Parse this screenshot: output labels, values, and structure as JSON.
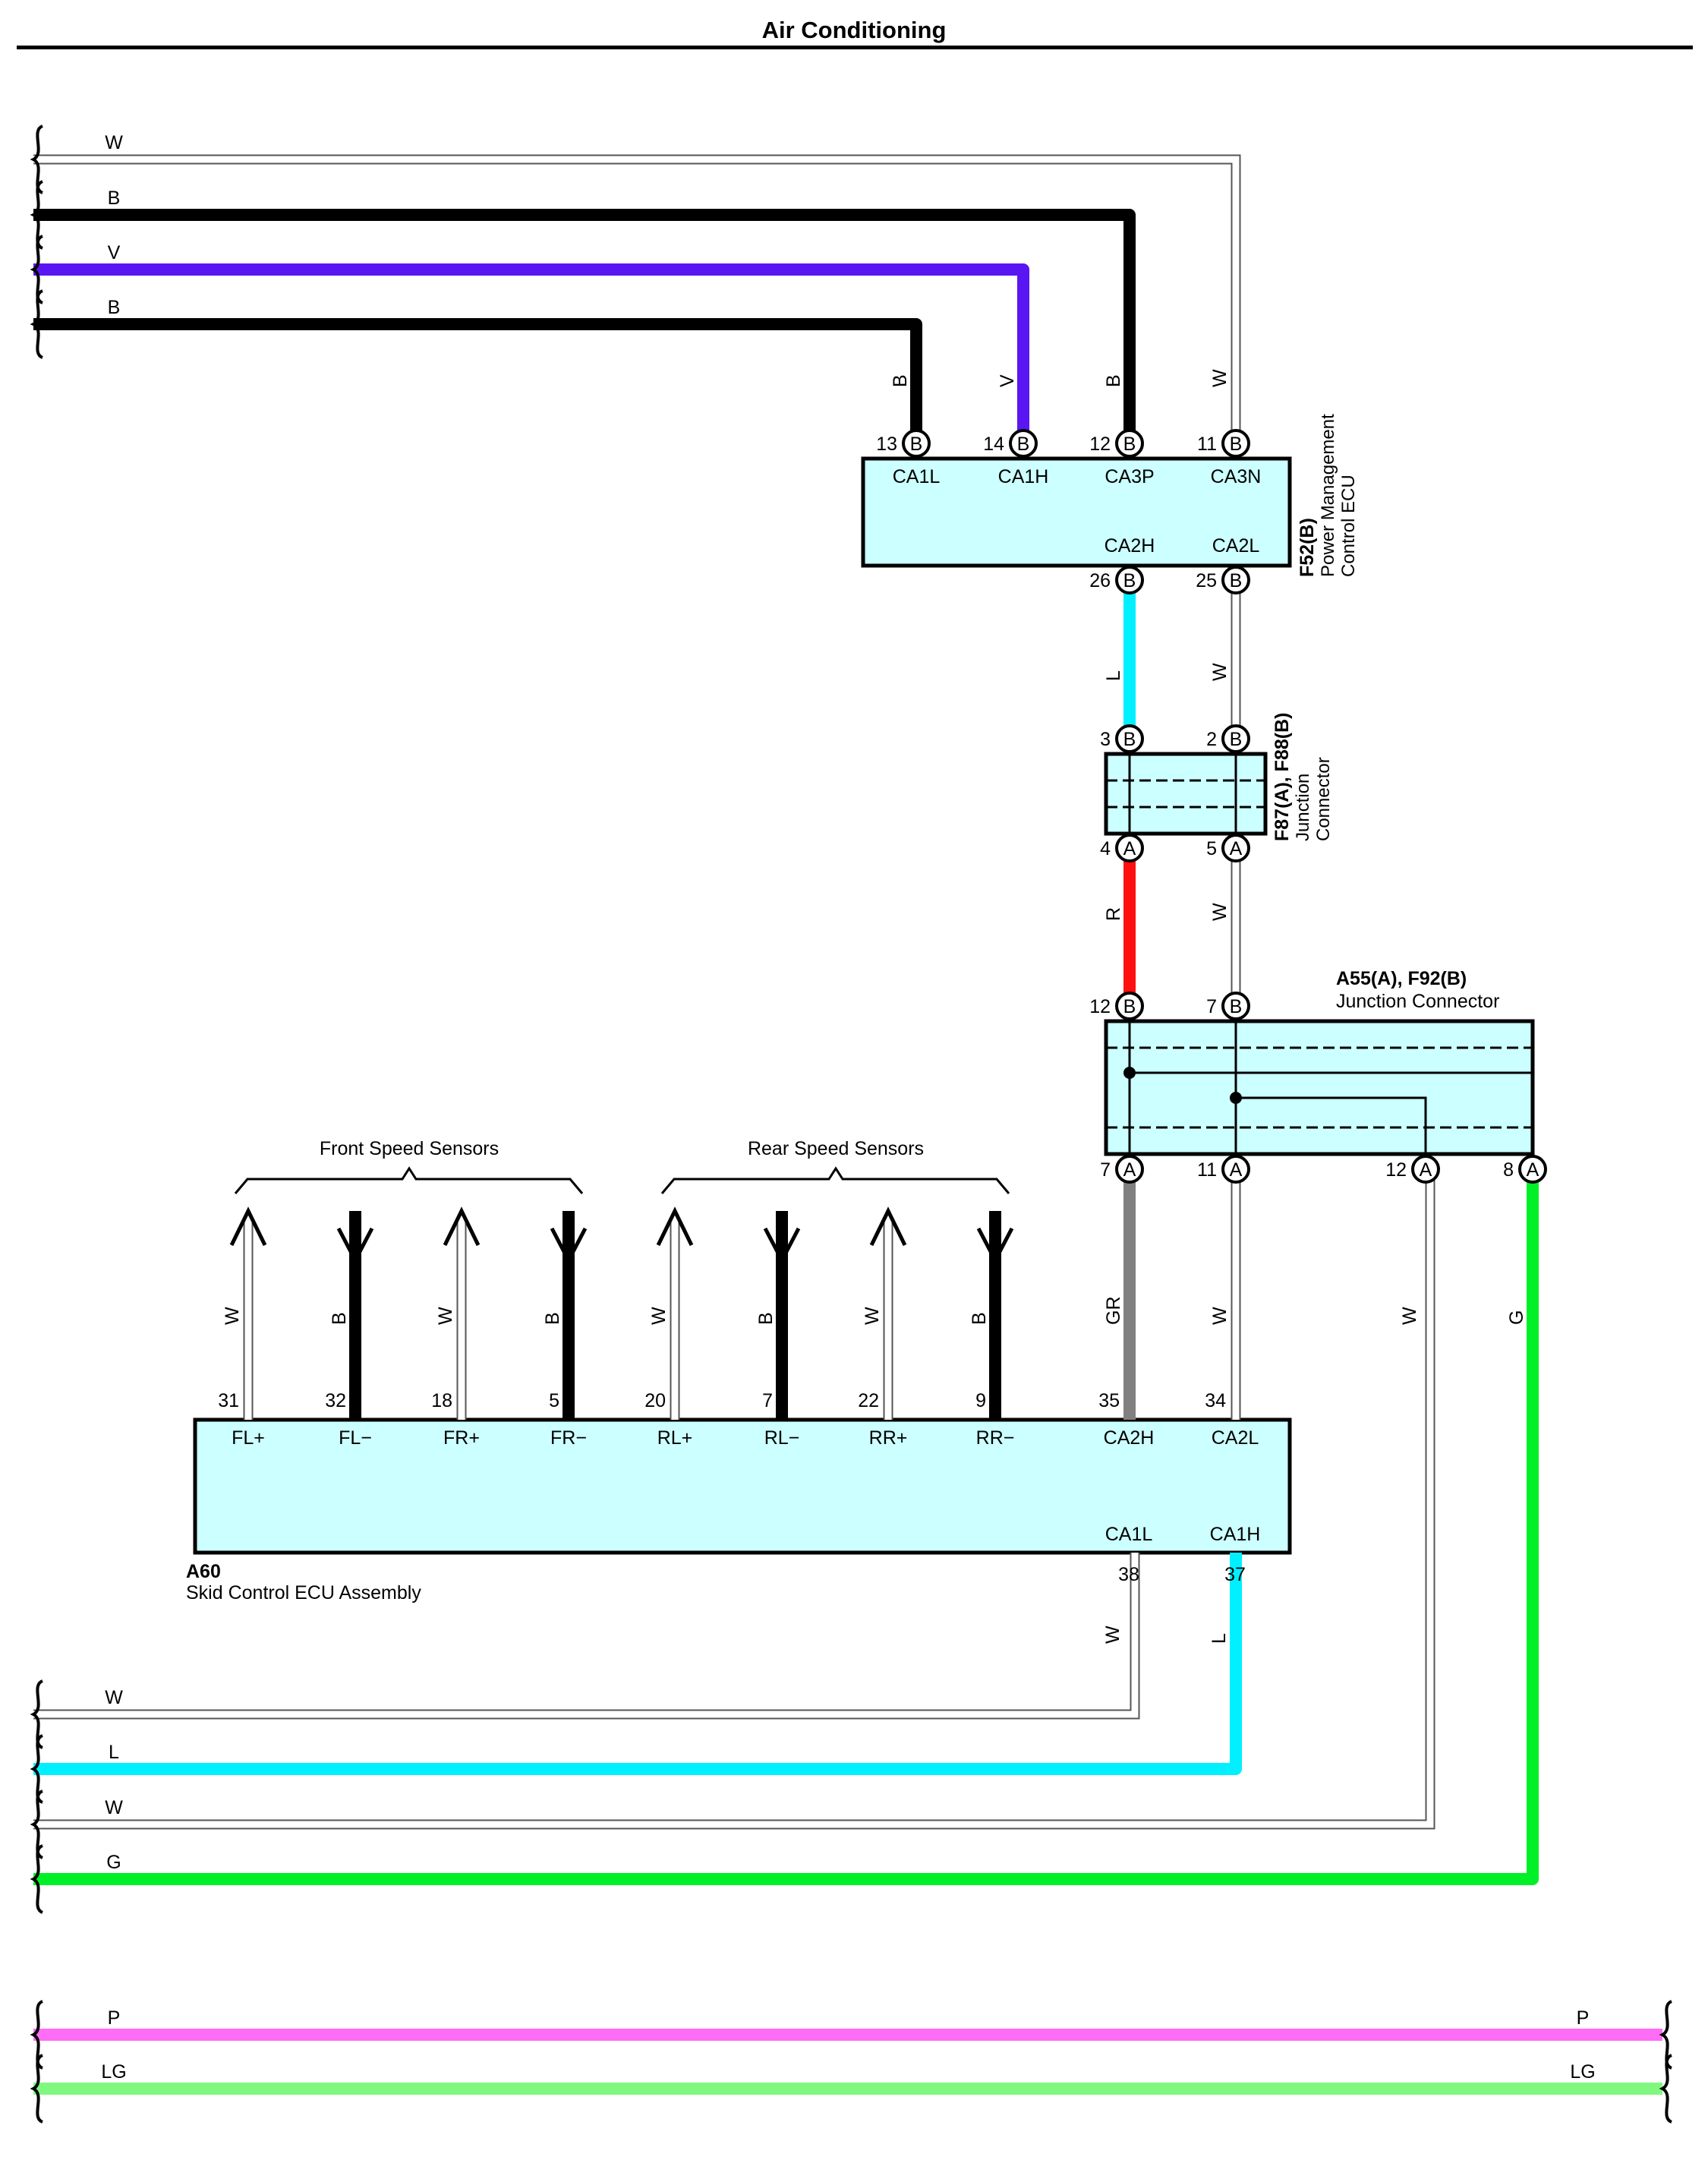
{
  "page": {
    "title": "Air Conditioning"
  },
  "colors": {
    "W": "#ffffff",
    "B": "#000000",
    "V": "#5a16f2",
    "L": "#00f0ff",
    "R": "#ff1010",
    "GR": "#808080",
    "G": "#00f028",
    "P": "#ff6cf5",
    "LG": "#80f880",
    "box": "#ccffff"
  },
  "top_wires": [
    {
      "label": "W"
    },
    {
      "label": "B"
    },
    {
      "label": "V"
    },
    {
      "label": "B"
    }
  ],
  "bottom_wires": [
    {
      "label": "W"
    },
    {
      "label": "L"
    },
    {
      "label": "W"
    },
    {
      "label": "G"
    }
  ],
  "pass_wires": [
    {
      "label": "P",
      "label_right": "P"
    },
    {
      "label": "LG",
      "label_right": "LG"
    }
  ],
  "ecu_pm": {
    "code": "F52(B)",
    "name_line1": "Power Management",
    "name_line2": "Control ECU",
    "top_pins": [
      {
        "num": "13",
        "conn": "B",
        "name": "CA1L",
        "wire": "B"
      },
      {
        "num": "14",
        "conn": "B",
        "name": "CA1H",
        "wire": "V"
      },
      {
        "num": "12",
        "conn": "B",
        "name": "CA3P",
        "wire": "B"
      },
      {
        "num": "11",
        "conn": "B",
        "name": "CA3N",
        "wire": "W"
      }
    ],
    "bottom_pins": [
      {
        "num": "26",
        "conn": "B",
        "name": "CA2H",
        "wire": "L"
      },
      {
        "num": "25",
        "conn": "B",
        "name": "CA2L",
        "wire": "W"
      }
    ]
  },
  "jc1": {
    "code": "F87(A), F88(B)",
    "name_line1": "Junction",
    "name_line2": "Connector",
    "top_pins": [
      {
        "num": "3",
        "conn": "B"
      },
      {
        "num": "2",
        "conn": "B"
      }
    ],
    "bottom_pins": [
      {
        "num": "4",
        "conn": "A"
      },
      {
        "num": "5",
        "conn": "A"
      }
    ],
    "wires_below": [
      "R",
      "W"
    ]
  },
  "jc2": {
    "code": "A55(A), F92(B)",
    "name": "Junction Connector",
    "top_pins": [
      {
        "num": "12",
        "conn": "B"
      },
      {
        "num": "7",
        "conn": "B"
      }
    ],
    "bottom_pins": [
      {
        "num": "7",
        "conn": "A",
        "wire": "GR"
      },
      {
        "num": "11",
        "conn": "A",
        "wire": "W"
      },
      {
        "num": "12",
        "conn": "A",
        "wire": "W"
      },
      {
        "num": "8",
        "conn": "A",
        "wire": "G"
      }
    ]
  },
  "skid": {
    "code": "A60",
    "name": "Skid Control ECU Assembly",
    "front_group": "Front Speed Sensors",
    "rear_group": "Rear Speed Sensors",
    "top_pins": [
      {
        "num": "31",
        "name": "FL+",
        "wire": "W"
      },
      {
        "num": "32",
        "name": "FL−",
        "wire": "B"
      },
      {
        "num": "18",
        "name": "FR+",
        "wire": "W"
      },
      {
        "num": "5",
        "name": "FR−",
        "wire": "B"
      },
      {
        "num": "20",
        "name": "RL+",
        "wire": "W"
      },
      {
        "num": "7",
        "name": "RL−",
        "wire": "B"
      },
      {
        "num": "22",
        "name": "RR+",
        "wire": "W"
      },
      {
        "num": "9",
        "name": "RR−",
        "wire": "B"
      },
      {
        "num": "35",
        "name": "CA2H",
        "wire": "GR"
      },
      {
        "num": "34",
        "name": "CA2L",
        "wire": "W"
      }
    ],
    "bottom_pins": [
      {
        "num": "38",
        "name": "CA1L",
        "wire": "W"
      },
      {
        "num": "37",
        "name": "CA1H",
        "wire": "L"
      }
    ]
  }
}
